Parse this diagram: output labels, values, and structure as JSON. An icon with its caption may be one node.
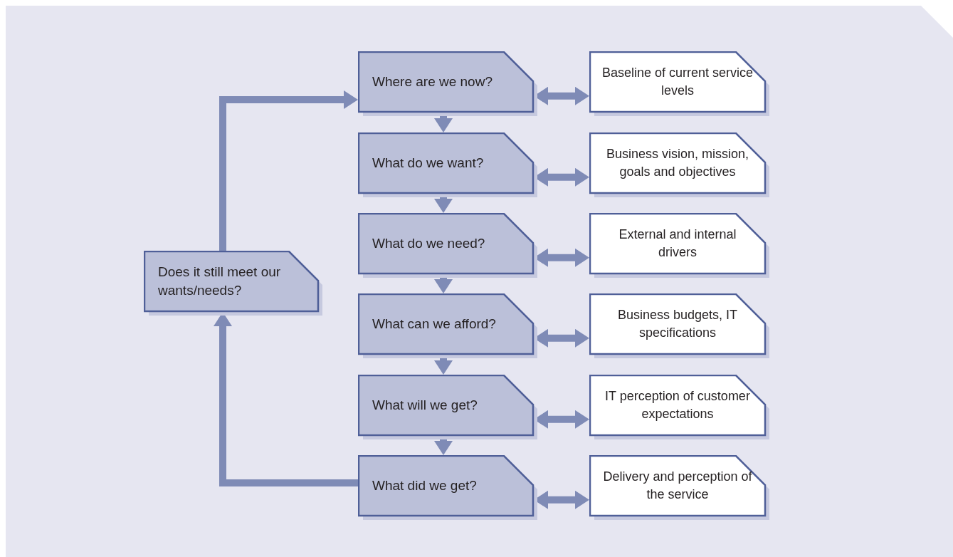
{
  "diagram": {
    "nodes": [
      {
        "text": [
          "Where are we now?"
        ]
      },
      {
        "text": [
          "Baseline of current service levels"
        ]
      },
      {
        "text": [
          "What do we want?"
        ]
      },
      {
        "text": [
          "Business vision, mission, goals and objectives"
        ]
      },
      {
        "text": [
          "What do we need?"
        ]
      },
      {
        "text": [
          "External and internal drivers"
        ]
      },
      {
        "text": [
          "What can we afford?"
        ]
      },
      {
        "text": [
          "Business budgets, IT specifications"
        ]
      },
      {
        "text": [
          "What will we get?"
        ]
      },
      {
        "text": [
          "IT perception of customer expectations"
        ]
      },
      {
        "text": [
          "What did we get?"
        ]
      },
      {
        "text": [
          "Delivery and perception of the service"
        ]
      },
      {
        "text": [
          "Does it still meet our wants/needs?"
        ]
      }
    ],
    "edges": [
      {
        "from": 0,
        "to": 1,
        "arrow": "both"
      },
      {
        "from": 0,
        "to": 2,
        "arrow": "to"
      },
      {
        "from": 2,
        "to": 3,
        "arrow": "both"
      },
      {
        "from": 2,
        "to": 4,
        "arrow": "to"
      },
      {
        "from": 4,
        "to": 5,
        "arrow": "both"
      },
      {
        "from": 4,
        "to": 6,
        "arrow": "to"
      },
      {
        "from": 6,
        "to": 7,
        "arrow": "both"
      },
      {
        "from": 6,
        "to": 8,
        "arrow": "to"
      },
      {
        "from": 8,
        "to": 9,
        "arrow": "both"
      },
      {
        "from": 8,
        "to": 10,
        "arrow": "to"
      },
      {
        "from": 10,
        "to": 11,
        "arrow": "both"
      },
      {
        "from": 10,
        "to": 12,
        "arrow": "to"
      },
      {
        "from": 12,
        "to": 0,
        "arrow": "to"
      }
    ]
  }
}
